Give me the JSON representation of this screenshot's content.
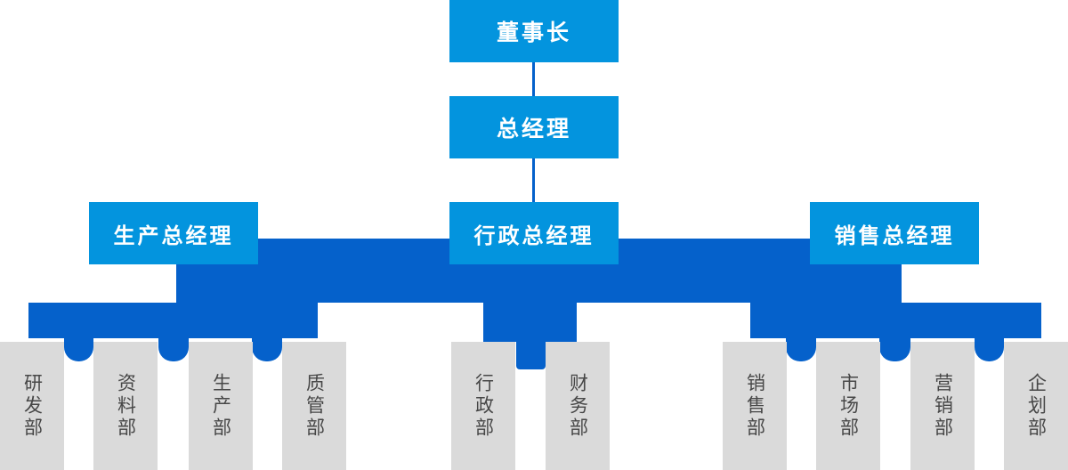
{
  "colors": {
    "box_blue": "#0394DE",
    "connector_blue": "#0561CB",
    "dept_gray": "#DADADA",
    "dept_text": "#474747",
    "box_text": "#FFFFFF",
    "background": "#FFFFFF"
  },
  "org_chart": {
    "chairman": "董事长",
    "general_manager": "总经理",
    "executives": [
      {
        "label": "生产总经理"
      },
      {
        "label": "行政总经理"
      },
      {
        "label": "销售总经理"
      }
    ],
    "departments": {
      "production": [
        "研发部",
        "资料部",
        "生产部",
        "质管部"
      ],
      "administration": [
        "行政部",
        "财务部"
      ],
      "sales": [
        "销售部",
        "市场部",
        "营销部",
        "企划部"
      ]
    }
  }
}
